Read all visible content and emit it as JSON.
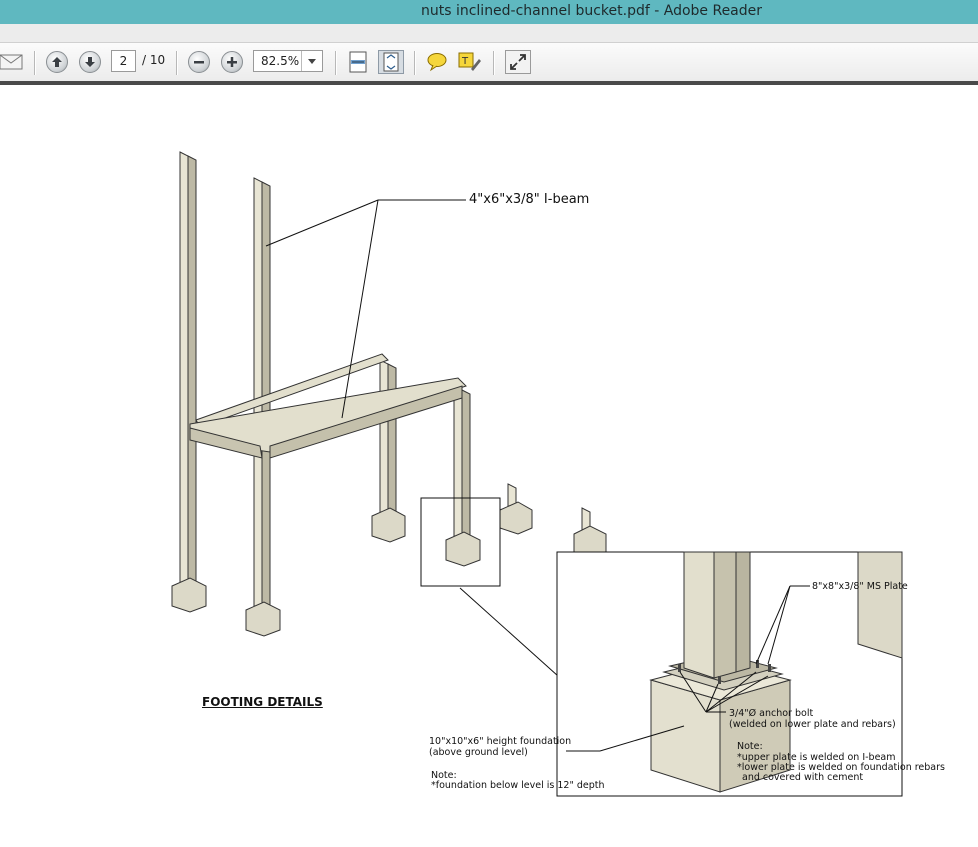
{
  "window": {
    "title": "nuts inclined-channel bucket.pdf - Adobe Reader"
  },
  "toolbar": {
    "page_current": "2",
    "page_total": "/ 10",
    "zoom": "82.5%",
    "icons": [
      "email-icon",
      "previous-page-icon",
      "next-page-icon",
      "zoom-out-icon",
      "zoom-in-icon",
      "fit-width-icon",
      "fit-page-icon",
      "comment-icon",
      "highlight-icon",
      "fullscreen-icon"
    ]
  },
  "drawing": {
    "beam_label": "4\"x6\"x3/8\" I-beam",
    "footing_title": "FOOTING DETAILS",
    "plate_label": "8\"x8\"x3/8\" MS Plate",
    "bolt_label": "3/4\"Ø anchor bolt",
    "bolt_sub": "(welded on lower plate and rebars)",
    "foundation_label": "10\"x10\"x6\" height foundation",
    "foundation_sub": "(above ground level)",
    "note_left_title": "Note:",
    "note_left_1": "*foundation below level is 12\" depth",
    "note_right_title": "Note:",
    "note_right_1": "*upper plate is welded on I-beam",
    "note_right_2": "*lower plate is welded on foundation rebars",
    "note_right_3": "and covered with cement"
  },
  "colors": {
    "titlebar": "#5fb8c0",
    "steel": "#d9d6c4",
    "concrete": "#dcd9c8"
  }
}
